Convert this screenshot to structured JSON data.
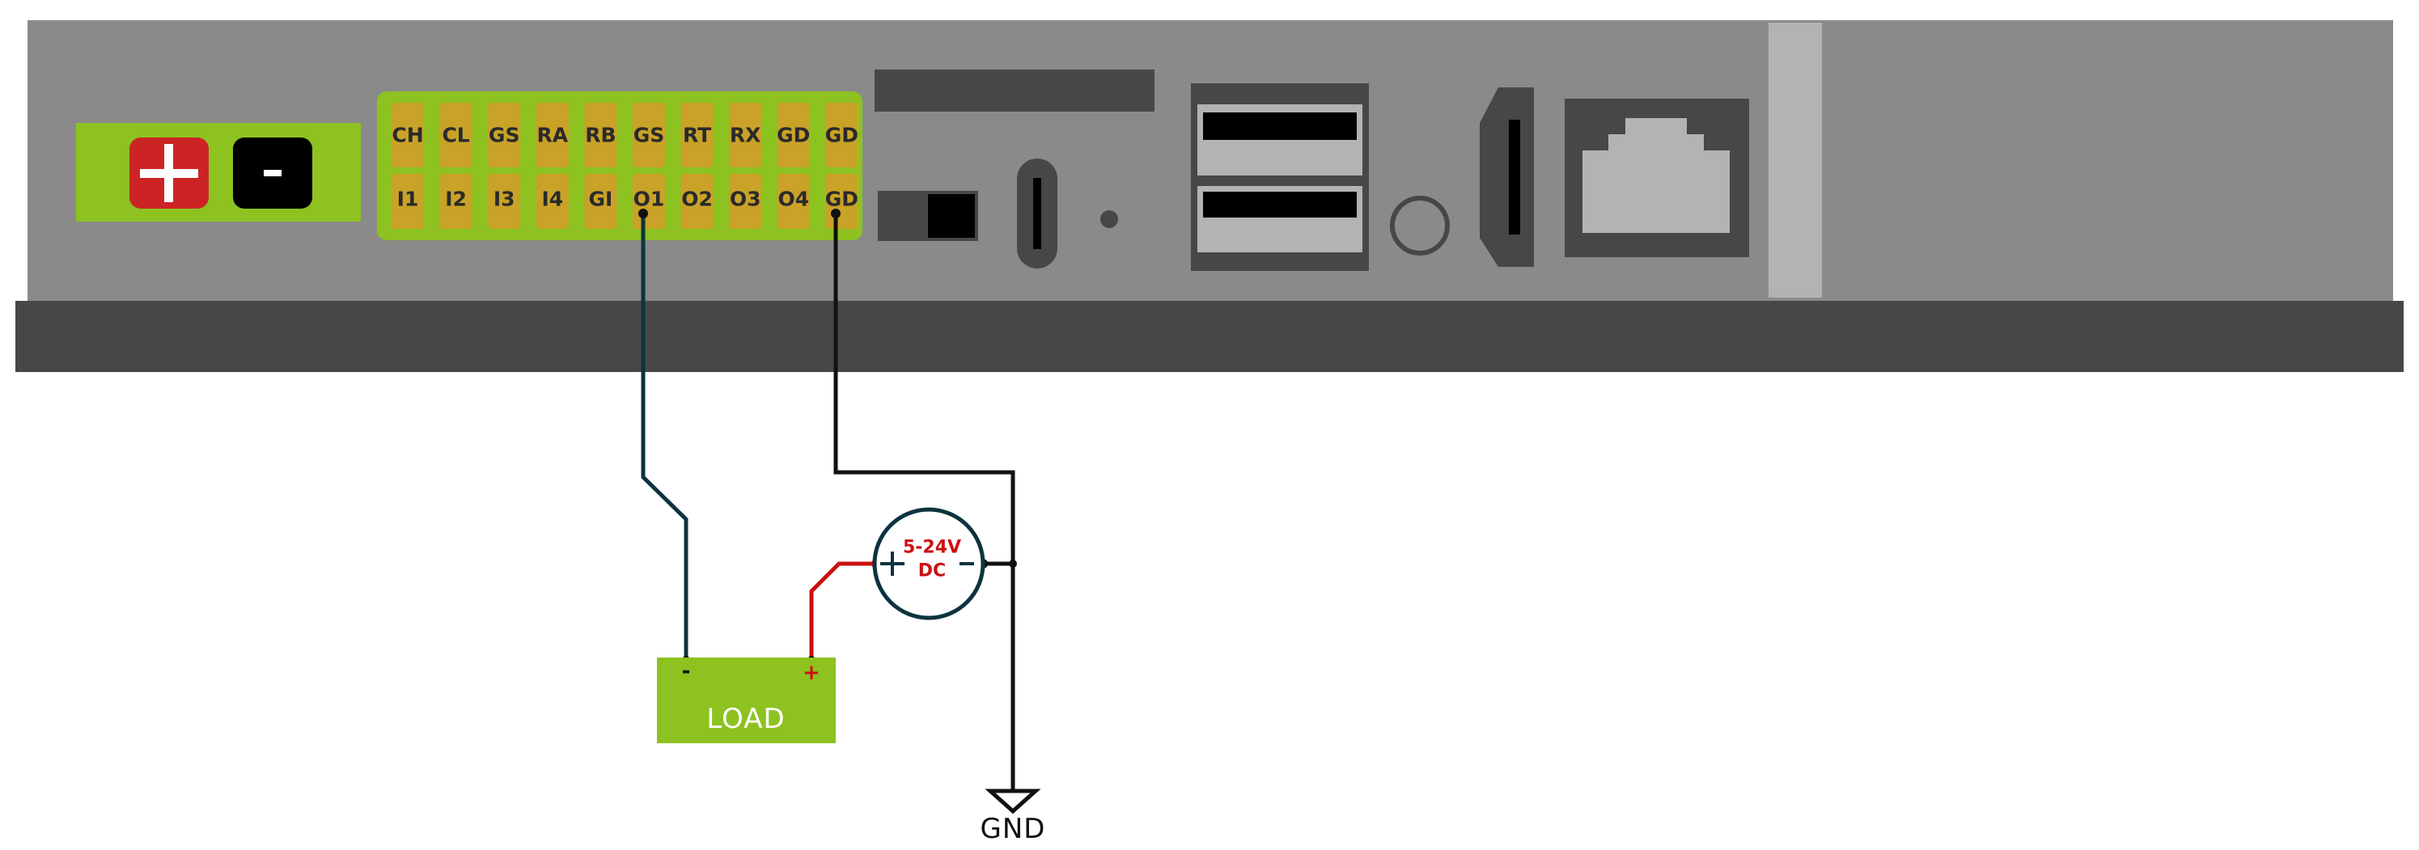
{
  "device": {
    "power_terminal": {
      "plus_symbol": "+",
      "minus_symbol": "-"
    },
    "header_pins_top": [
      "CH",
      "CL",
      "GS",
      "RA",
      "RB",
      "GS",
      "RT",
      "RX",
      "GD",
      "GD"
    ],
    "header_pins_bottom": [
      "I1",
      "I2",
      "I3",
      "I4",
      "GI",
      "O1",
      "O2",
      "O3",
      "O4",
      "GD"
    ]
  },
  "circuit": {
    "load_label": "LOAD",
    "load_minus": "-",
    "load_plus": "+",
    "source_label_line1": "5-24V",
    "source_label_line2": "DC",
    "ground_label": "GND"
  },
  "colors": {
    "enclosure": "#8a8a8a",
    "base": "#474747",
    "terminal_green": "#8dc221",
    "pin_gold": "#c9a227",
    "plus_red": "#cc2424",
    "wire_teal": "#0d3340",
    "wire_black": "#111111",
    "wire_red": "#cc1111",
    "load_green": "#8dc221"
  }
}
